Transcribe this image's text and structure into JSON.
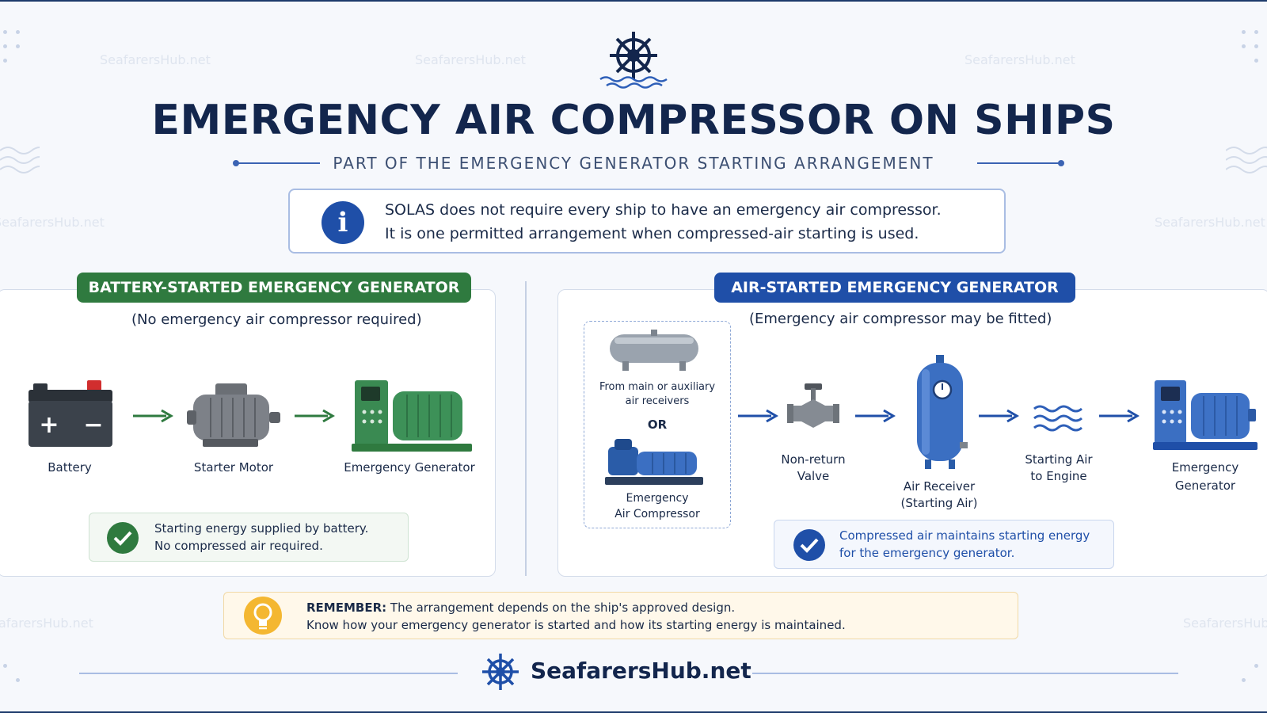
{
  "title": "EMERGENCY AIR COMPRESSOR ON SHIPS",
  "subtitle": "PART OF THE EMERGENCY GENERATOR STARTING ARRANGEMENT",
  "watermark": "SeafarersHub.net",
  "info": {
    "icon": "info-icon",
    "line1": "SOLAS does not require every ship to have an emergency air compressor.",
    "line2": "It is one permitted arrangement when compressed-air starting is used."
  },
  "battery_panel": {
    "tag": "BATTERY-STARTED EMERGENCY GENERATOR",
    "note": "(No emergency air compressor required)",
    "components": {
      "battery": "Battery",
      "starter_motor": "Starter Motor",
      "generator": "Emergency Generator"
    },
    "message": {
      "line1": "Starting energy supplied by battery.",
      "line2": "No compressed air required."
    }
  },
  "air_panel": {
    "tag": "AIR-STARTED EMERGENCY GENERATOR",
    "note": "(Emergency air compressor may be fitted)",
    "source": {
      "receivers_line1": "From main or auxiliary",
      "receivers_line2": "air receivers",
      "or": "OR",
      "compressor_line1": "Emergency",
      "compressor_line2": "Air Compressor"
    },
    "components": {
      "valve_line1": "Non-return",
      "valve_line2": "Valve",
      "receiver_line1": "Air Receiver",
      "receiver_line2": "(Starting Air)",
      "air_line1": "Starting Air",
      "air_line2": "to Engine",
      "generator_line1": "Emergency",
      "generator_line2": "Generator"
    },
    "message": {
      "line1": "Compressed air maintains starting energy",
      "line2": "for the emergency generator."
    }
  },
  "remember": {
    "label": "REMEMBER:",
    "line1": "The arrangement depends on the ship's approved design.",
    "line2": "Know how your emergency generator is started and how its starting energy is maintained."
  },
  "footer": {
    "brand": "SeafarersHub.net"
  },
  "colors": {
    "navy": "#13264d",
    "green": "#2f7a3f",
    "blue": "#1f4fa8",
    "amber": "#f4b731"
  }
}
